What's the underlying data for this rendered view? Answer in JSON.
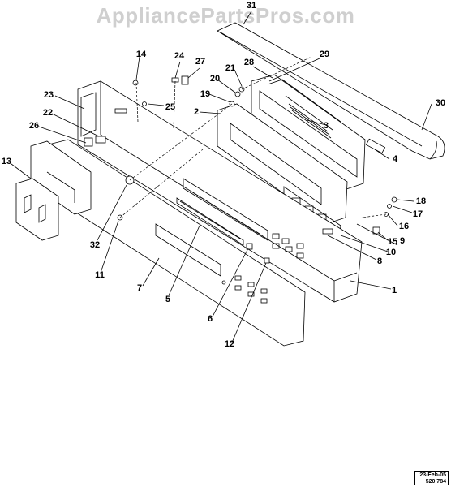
{
  "watermark": "AppliancePartsPros.com",
  "stamp": {
    "date": "23-Feb-05",
    "code": "520 784"
  },
  "callouts": [
    "31",
    "29",
    "30",
    "28",
    "27",
    "24",
    "21",
    "20",
    "14",
    "19",
    "2",
    "3",
    "25",
    "23",
    "22",
    "26",
    "4",
    "13",
    "18",
    "17",
    "16",
    "15",
    "9",
    "10",
    "8",
    "32",
    "11",
    "7",
    "5",
    "1",
    "6",
    "12"
  ]
}
